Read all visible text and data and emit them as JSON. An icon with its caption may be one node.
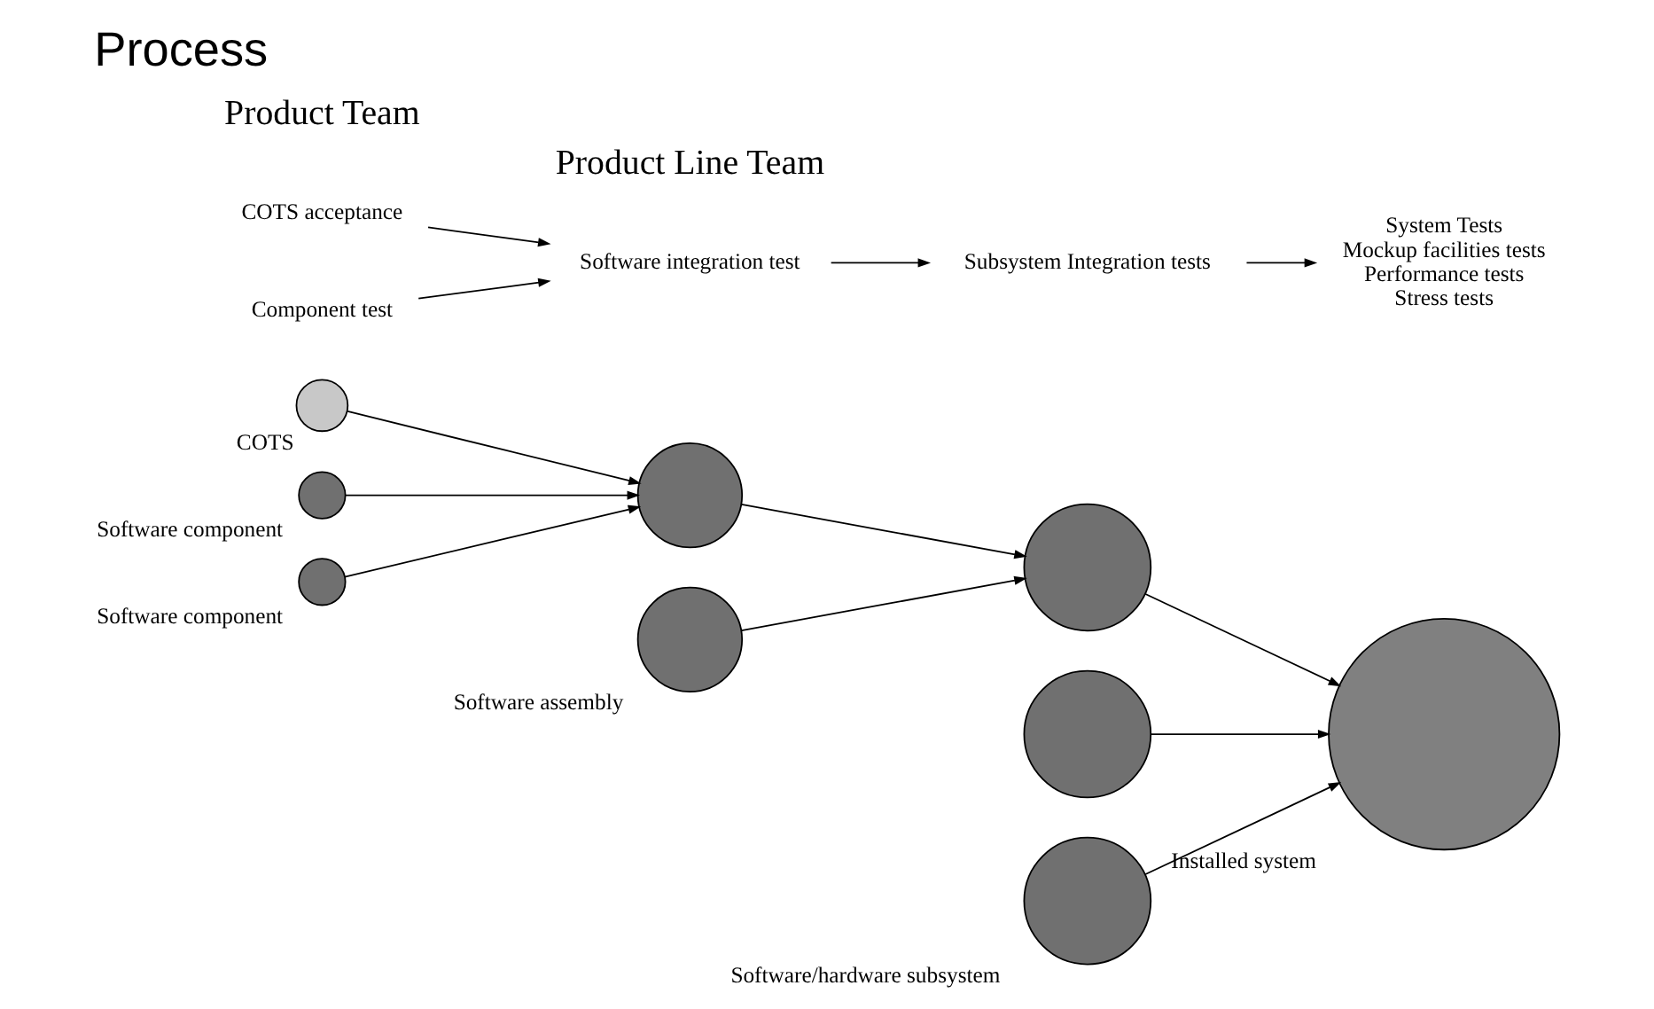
{
  "diagram": {
    "title": "Process",
    "nodes": [
      {
        "text": [],
        "shape": "circle",
        "beside": [
          "COTS"
        ]
      },
      {
        "text": [],
        "shape": "circle",
        "beside": [
          "Software component"
        ]
      },
      {
        "text": [],
        "shape": "circle",
        "beside": [
          "Software component"
        ]
      },
      {
        "text": [],
        "shape": "circle"
      },
      {
        "text": [],
        "shape": "circle",
        "beside": [
          "Software assembly"
        ]
      },
      {
        "text": [],
        "shape": "circle"
      },
      {
        "text": [],
        "shape": "circle"
      },
      {
        "text": [],
        "shape": "circle",
        "beside": [
          "Software/hardware subsystem"
        ]
      },
      {
        "text": [],
        "shape": "circle",
        "beside": [
          "Installed system"
        ]
      },
      {
        "text": [
          "COTS acceptance"
        ]
      },
      {
        "text": [
          "Component test"
        ]
      },
      {
        "text": [
          "Software integration test"
        ]
      },
      {
        "text": [
          "Subsystem Integration tests"
        ]
      },
      {
        "text": [
          "System Tests",
          "Mockup facilities tests",
          "Performance tests",
          "Stress tests"
        ]
      }
    ],
    "edges": [
      {
        "from": 0,
        "to": 3,
        "arrow": "to"
      },
      {
        "from": 1,
        "to": 3,
        "arrow": "to"
      },
      {
        "from": 2,
        "to": 3,
        "arrow": "to"
      },
      {
        "from": 3,
        "to": 5,
        "arrow": "to"
      },
      {
        "from": 4,
        "to": 5,
        "arrow": "to"
      },
      {
        "from": 6,
        "to": 8,
        "arrow": "to"
      },
      {
        "from": 7,
        "to": 8,
        "arrow": "to"
      },
      {
        "from": 5,
        "to": 8,
        "arrow": "to"
      },
      {
        "from": 9,
        "to": 11,
        "arrow": "to"
      },
      {
        "from": 10,
        "to": 11,
        "arrow": "to"
      },
      {
        "from": 11,
        "to": 12,
        "arrow": "to"
      },
      {
        "from": 12,
        "to": 13,
        "arrow": "to"
      }
    ],
    "labels": [
      "Product Line Team",
      "Product Team"
    ]
  }
}
